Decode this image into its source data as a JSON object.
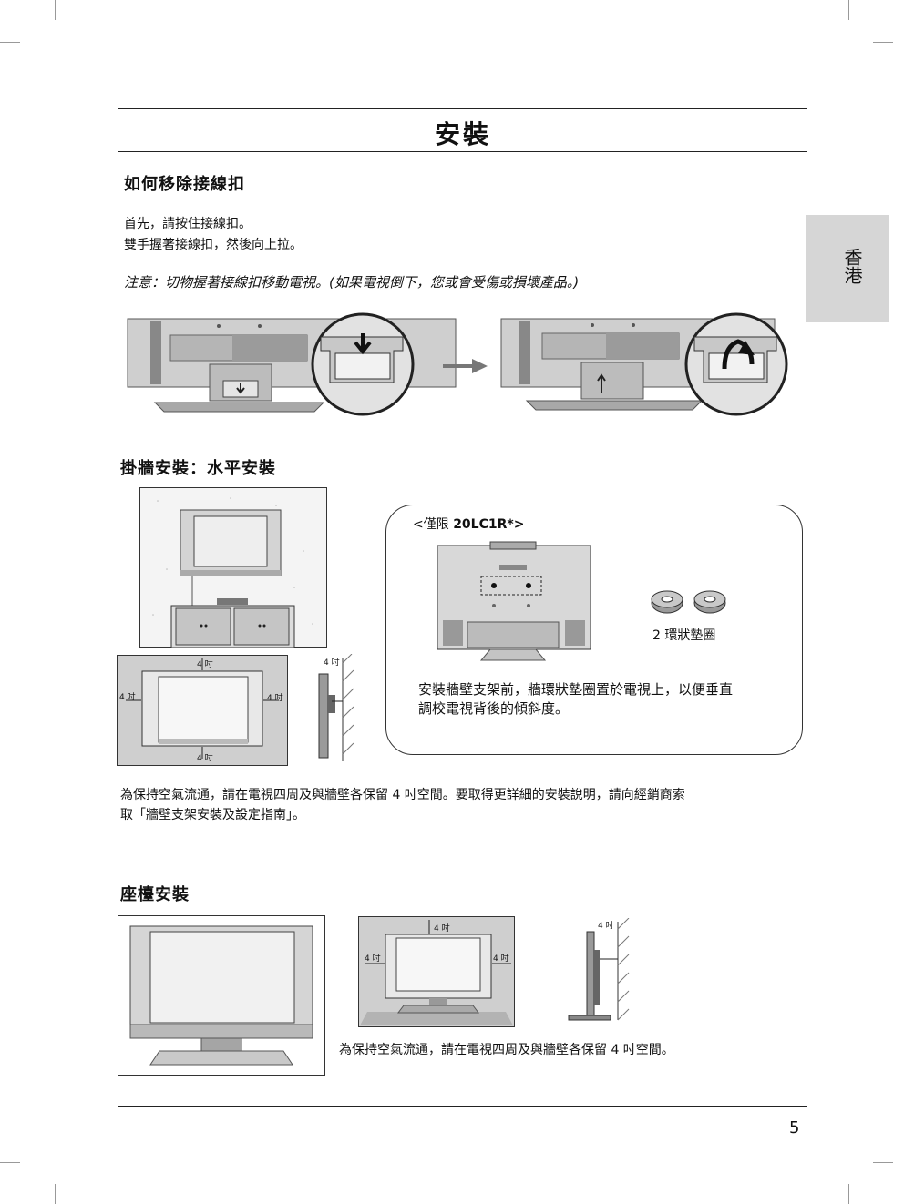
{
  "page_title": "安裝",
  "side_tab": "香港",
  "sections": {
    "cable_holder": {
      "heading": "如何移除接線扣",
      "step1": "首先，請按住接線扣。",
      "step2": "雙手握著接線扣，然後向上拉。",
      "note": "注意：切物握著接線扣移動電視。(如果電視倒下，您或會受傷或損壞產品。)"
    },
    "wall_mount": {
      "heading": "掛牆安裝：水平安裝",
      "model_note_prefix": "<僅限 ",
      "model_note_model": "20LC1R*>",
      "spacer_label": "2 環狀墊圈",
      "spacer_text_1": "安裝牆壁支架前，牆環狀墊圈置於電視上，以便垂直",
      "spacer_text_2": "調校電視背後的傾斜度。",
      "clearance_label": "4 吋",
      "ventilation_1": "為保持空氣流通，請在電視四周及與牆壁各保留 4 吋空間。要取得更詳細的安裝說明，請向經銷商索",
      "ventilation_2": "取「牆壁支架安裝及設定指南」。"
    },
    "desktop": {
      "heading": "座檯安裝",
      "clearance_label": "4 吋",
      "ventilation": "為保持空氣流通，請在電視四周及與牆壁各保留 4 吋空間。"
    }
  },
  "page_number": "5"
}
